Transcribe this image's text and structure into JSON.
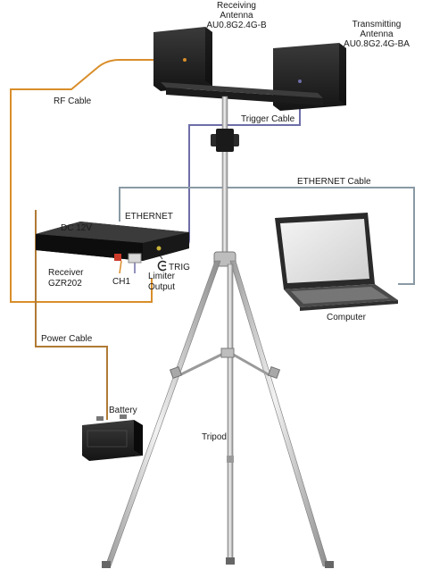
{
  "labels": {
    "receiving_line1": "Receiving",
    "receiving_line2": "Antenna",
    "receiving_line3": "AU0.8G2.4G-B",
    "transmitting_line1": "Transmitting",
    "transmitting_line2": "Antenna",
    "transmitting_line3": "AU0.8G2.4G-BA",
    "rf_cable": "RF Cable",
    "trigger_cable": "Trigger Cable",
    "ethernet_cable": "ETHERNET Cable",
    "dc_12v": "DC 12V",
    "ethernet": "ETHERNET",
    "receiver_line1": "Receiver",
    "receiver_line2": "GZR202",
    "ch1": "CH1",
    "trig": "TRIG",
    "limiter_line1": "Limiter",
    "limiter_line2": "Output",
    "computer": "Computer",
    "power_cable": "Power Cable",
    "battery": "Battery",
    "tripod": "Tripod"
  },
  "colors": {
    "rf_cable": "#d98e2a",
    "trigger_cable": "#6e6ea8",
    "ethernet_cable": "#8a9aa4",
    "power_cable": "#b07a36",
    "device_dark": "#202020",
    "tripod_metal": "#c8c8c8"
  }
}
